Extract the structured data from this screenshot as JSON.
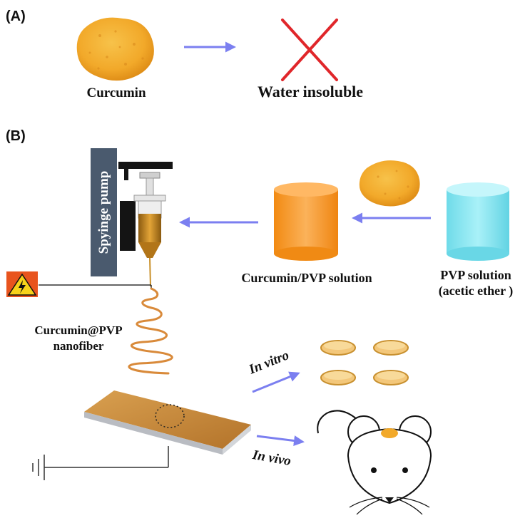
{
  "panel_a": {
    "tag": "(A)",
    "curcumin_label": "Curcumin",
    "result_label": "Water insoluble"
  },
  "panel_b": {
    "tag": "(B)",
    "pump_label": "Spyinge pump",
    "mix_label": "Curcumin/PVP solution",
    "pvp_label_line1": "PVP solution",
    "pvp_label_line2": "(acetic ether )",
    "fiber_label_line1": "Curcumin@PVP",
    "fiber_label_line2": "nanofiber",
    "in_vitro_label": "In vitro",
    "in_vivo_label": "In vivo"
  },
  "colors": {
    "powder": "#f2a92a",
    "arrow": "#7b7ff0",
    "cross": "#e0262a",
    "pump_body": "#4a5a6e",
    "orange_cylinder": "#f7931e",
    "cyan_cylinder": "#7fe3f0",
    "fiber": "#d98a3a",
    "mat": "#c5833a"
  },
  "icons": {
    "cross": "cross-icon",
    "hazard": "high-voltage-warning-icon",
    "ground": "ground-icon",
    "mouse": "mouse-icon"
  }
}
